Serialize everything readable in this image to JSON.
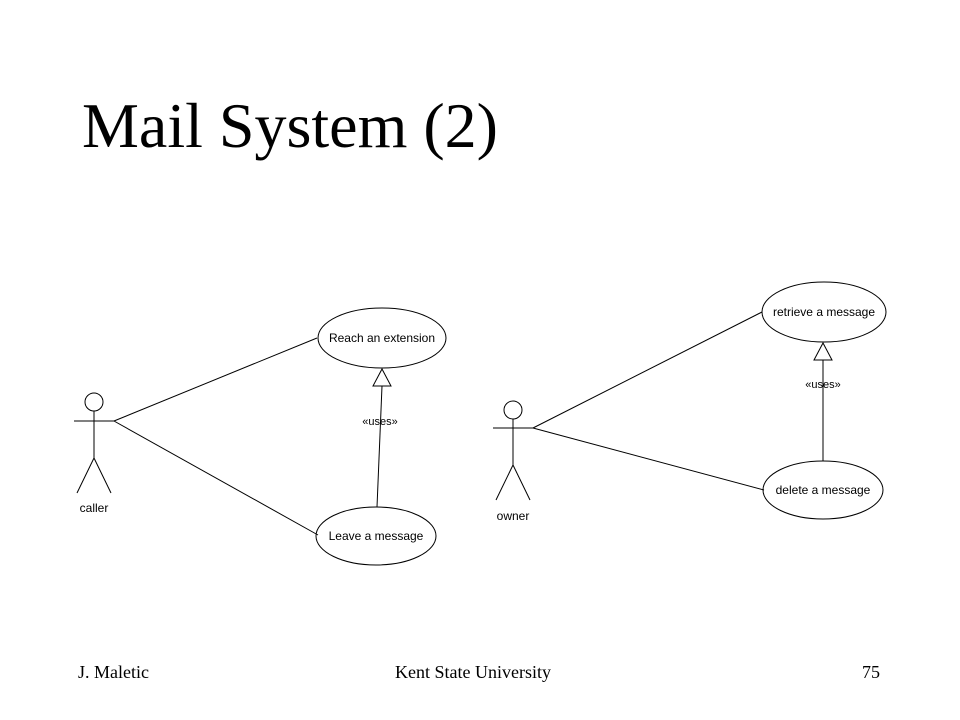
{
  "slide": {
    "title": "Mail System (2)"
  },
  "diagram_left": {
    "actor": "caller",
    "use_cases": [
      "Reach an extension",
      "Leave a message"
    ],
    "relationship_label": "«uses»"
  },
  "diagram_right": {
    "actor": "owner",
    "use_cases": [
      "retrieve a message",
      "delete a message"
    ],
    "relationship_label": "«uses»"
  },
  "footer": {
    "author": "J. Maletic",
    "institution": "Kent State University",
    "page_number": "75"
  }
}
